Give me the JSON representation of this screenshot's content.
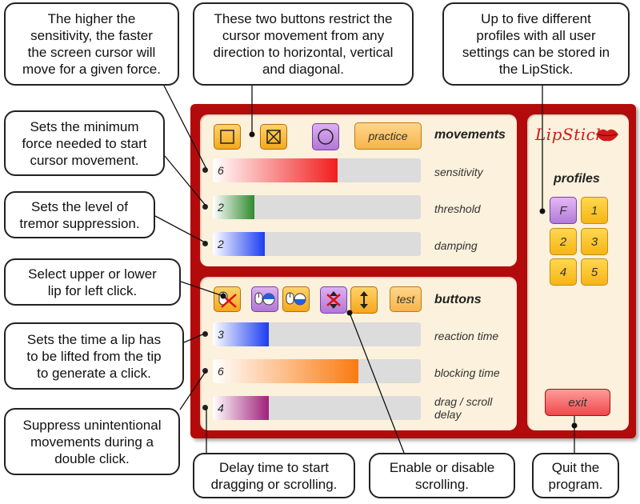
{
  "callouts": {
    "sensitivity": "The higher the\nsensitivity, the faster\nthe screen cursor will\nmove for a given force.",
    "restrict": "These two buttons restrict the\ncursor movement from any\ndirection to horizontal, vertical\nand diagonal.",
    "profiles": "Up to five different\nprofiles with all user\nsettings can be stored in\nthe LipStick.",
    "threshold": "Sets the minimum\nforce needed to start\ncursor movement.",
    "tremor": "Sets the level of\ntremor suppression.",
    "lip": "Select upper or lower\nlip for left click.",
    "lift": "Sets the time a lip has\nto be lifted from the tip\nto generate a click.",
    "suppress": "Suppress unintentional\nmovements during a\ndouble click.",
    "drag_delay": "Delay time to start\ndragging or scrolling.",
    "scrolling": "Enable or disable\nscrolling.",
    "quit": "Quit the\nprogram."
  },
  "app": {
    "logo_text": "LipStick",
    "movements": {
      "title": "movements",
      "practice_label": "practice",
      "rows": [
        {
          "value": "6",
          "label": "sensitivity",
          "level": 0.6,
          "color": "#f21d1d"
        },
        {
          "value": "2",
          "label": "threshold",
          "level": 0.2,
          "color": "#2f8a2f"
        },
        {
          "value": "2",
          "label": "damping",
          "level": 0.25,
          "color": "#1c3cf2"
        }
      ]
    },
    "buttons": {
      "title": "buttons",
      "test_label": "test",
      "rows": [
        {
          "value": "3",
          "label": "reaction time",
          "level": 0.27,
          "color": "#1c3cf2"
        },
        {
          "value": "6",
          "label": "blocking time",
          "level": 0.7,
          "color": "#fa7a10"
        },
        {
          "value": "4",
          "label": "drag / scroll\ndelay",
          "level": 0.27,
          "color": "#a0207a"
        }
      ]
    },
    "profiles": {
      "title": "profiles",
      "items": [
        "F",
        "1",
        "2",
        "3",
        "4",
        "5"
      ]
    },
    "exit_label": "exit"
  }
}
